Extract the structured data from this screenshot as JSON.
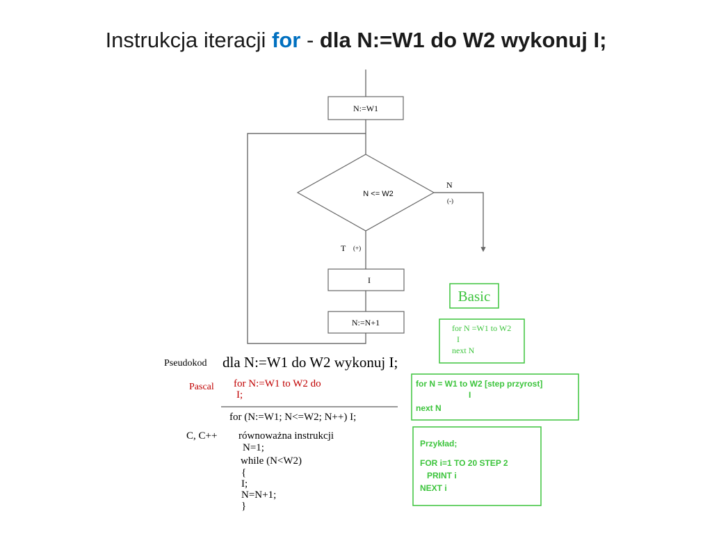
{
  "title": {
    "part1": "Instrukcja iteracji ",
    "keyword": "for",
    "separator": " - ",
    "bold": "dla N:=W1 do W2 wykonuj I;"
  },
  "flowchart": {
    "box_init": "N:=W1",
    "decision": "N <= W2",
    "no_label": "N",
    "no_sign": "(-)",
    "yes_label": "T",
    "yes_sign": "(+)",
    "box_body": "I",
    "box_inc": "N:=N+1"
  },
  "pseudo": {
    "label": "Pseudokod",
    "text": "dla N:=W1 do W2 wykonuj I;"
  },
  "pascal": {
    "label": "Pascal",
    "line1": "for N:=W1 to W2 do",
    "line2": "I;"
  },
  "c": {
    "for_line": "for (N:=W1; N<=W2; N++) I;",
    "label": "C, C++",
    "equiv": "równoważna instrukcji",
    "l1": "N=1;",
    "l2": "while (N<W2)",
    "l3": "{",
    "l4": "I;",
    "l5": "N=N+1;",
    "l6": "}"
  },
  "basic": {
    "title": "Basic",
    "box1": [
      "for N =W1 to W2",
      "I",
      "next N"
    ],
    "box2": [
      "for N = W1 to W2 [step przyrost]",
      "I",
      "next N"
    ],
    "box3": [
      "Przykład;",
      "FOR i=1 TO 20 STEP 2",
      "PRINT i",
      "NEXT i"
    ]
  },
  "colors": {
    "accent": "#0070c0",
    "green": "#3cc43c"
  }
}
